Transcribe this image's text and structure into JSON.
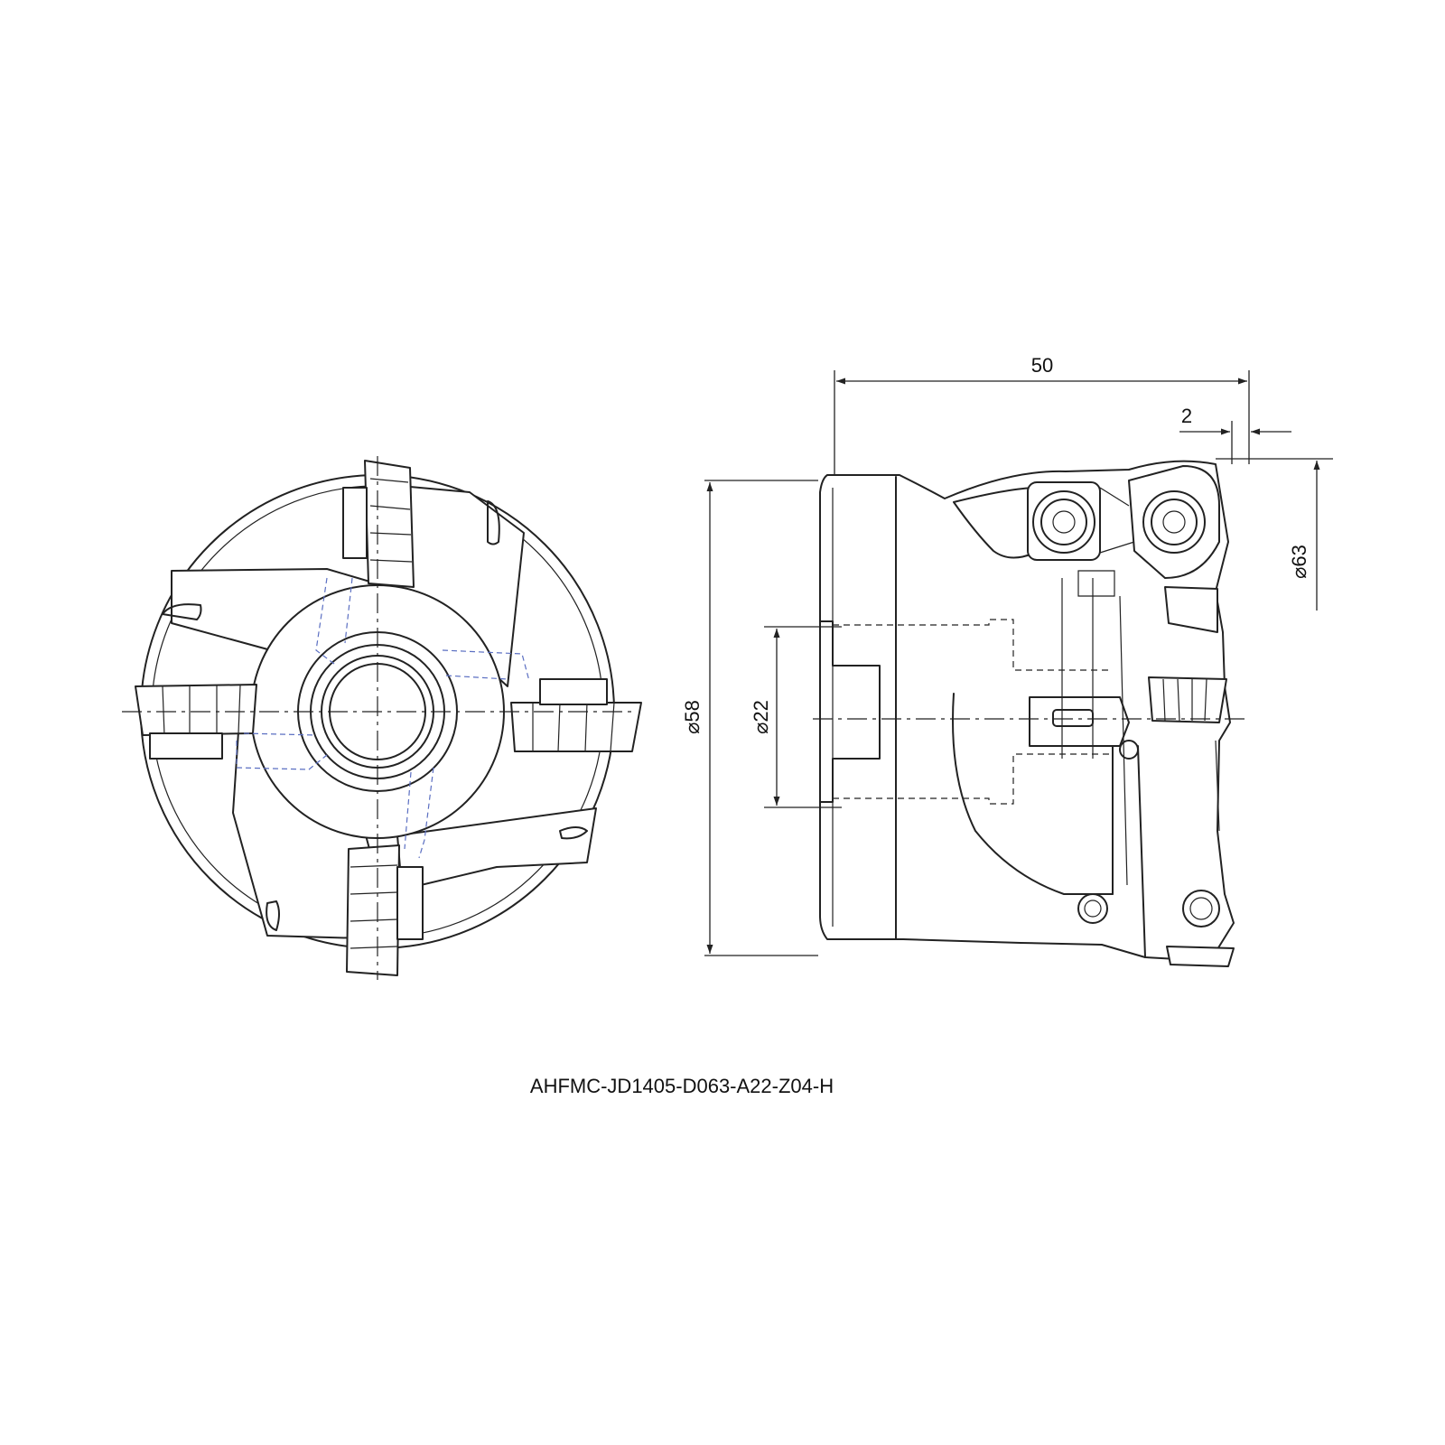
{
  "dimensions": {
    "length": "50",
    "offset": "2",
    "outer_diameter": "⌀63",
    "body_diameter": "⌀58",
    "bore_diameter": "⌀22"
  },
  "part_number": "AHFMC-JD1405-D063-A22-Z04-H",
  "colors": {
    "line": "#222222",
    "hidden_blue": "#5b6fc2",
    "background": "#ffffff"
  }
}
